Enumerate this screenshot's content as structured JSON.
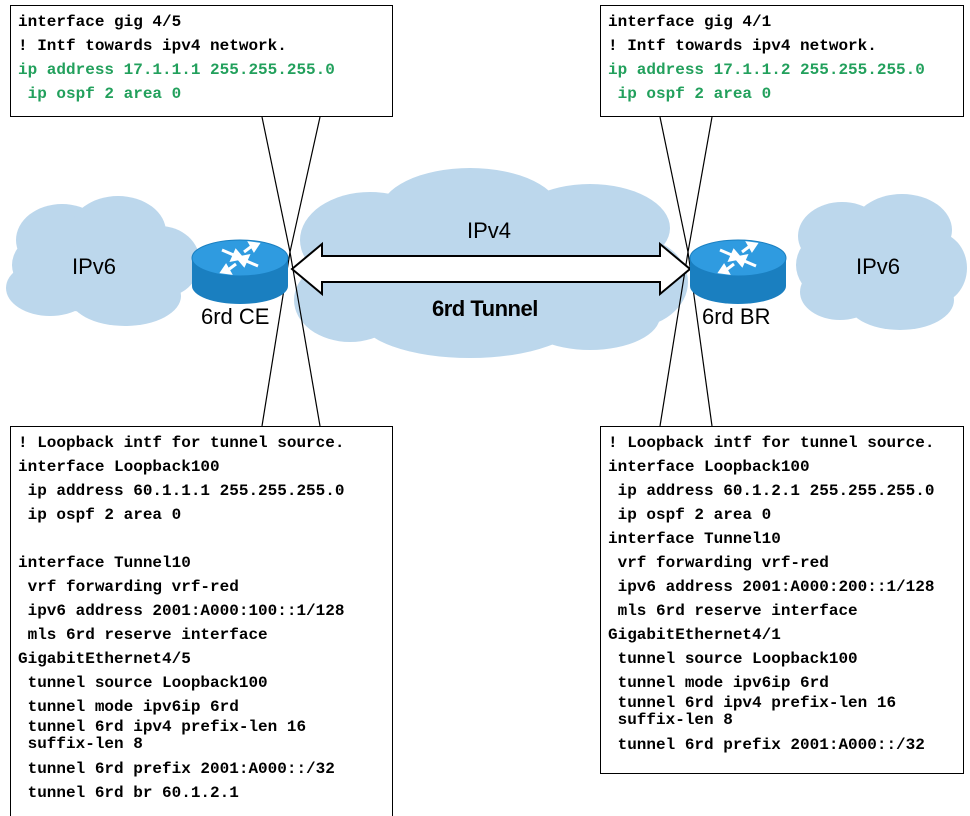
{
  "colors": {
    "cloud": "#bcd7ec",
    "router_body": "#1a7fc0",
    "router_top": "#2f9be0",
    "highlight_text": "#22a05c",
    "line": "#000000"
  },
  "clouds": {
    "left_label": "IPv6",
    "middle_label": "IPv4",
    "right_label": "IPv6",
    "tunnel_label": "6rd Tunnel"
  },
  "routers": {
    "left_label": "6rd CE",
    "right_label": "6rd BR",
    "icon": "router-icon"
  },
  "config_boxes": {
    "top_left": [
      {
        "text": "interface gig 4/5",
        "style": "normal"
      },
      {
        "text": "! Intf towards ipv4 network.",
        "style": "normal"
      },
      {
        "text": "ip address 17.1.1.1 255.255.255.0",
        "style": "green"
      },
      {
        "text": " ip ospf 2 area 0",
        "style": "green"
      }
    ],
    "top_right": [
      {
        "text": "interface gig 4/1",
        "style": "normal"
      },
      {
        "text": "! Intf towards ipv4 network.",
        "style": "normal"
      },
      {
        "text": "ip address 17.1.1.2 255.255.255.0",
        "style": "green"
      },
      {
        "text": " ip ospf 2 area 0",
        "style": "green"
      }
    ],
    "bottom_left": [
      {
        "text": "! Loopback intf for tunnel source.",
        "style": "normal"
      },
      {
        "text": "interface Loopback100",
        "style": "normal"
      },
      {
        "text": " ip address 60.1.1.1 255.255.255.0",
        "style": "normal"
      },
      {
        "text": " ip ospf 2 area 0",
        "style": "normal"
      },
      {
        "text": " ",
        "style": "normal"
      },
      {
        "text": "interface Tunnel10",
        "style": "normal"
      },
      {
        "text": " vrf forwarding vrf-red",
        "style": "normal"
      },
      {
        "text": " ipv6 address 2001:A000:100::1/128",
        "style": "normal"
      },
      {
        "text": " mls 6rd reserve interface",
        "style": "normal"
      },
      {
        "text": "GigabitEthernet4/5",
        "style": "normal"
      },
      {
        "text": " tunnel source Loopback100",
        "style": "normal"
      },
      {
        "text": " tunnel mode ipv6ip 6rd",
        "style": "normal"
      },
      {
        "text": " tunnel 6rd ipv4 prefix-len 16\n suffix-len 8",
        "style": "wrap"
      },
      {
        "text": " tunnel 6rd prefix 2001:A000::/32",
        "style": "normal"
      },
      {
        "text": " tunnel 6rd br 60.1.2.1",
        "style": "normal"
      }
    ],
    "bottom_right": [
      {
        "text": "! Loopback intf for tunnel source.",
        "style": "normal"
      },
      {
        "text": "interface Loopback100",
        "style": "normal"
      },
      {
        "text": " ip address 60.1.2.1 255.255.255.0",
        "style": "normal"
      },
      {
        "text": " ip ospf 2 area 0",
        "style": "normal"
      },
      {
        "text": "interface Tunnel10",
        "style": "normal"
      },
      {
        "text": " vrf forwarding vrf-red",
        "style": "normal"
      },
      {
        "text": " ipv6 address 2001:A000:200::1/128",
        "style": "normal"
      },
      {
        "text": " mls 6rd reserve interface",
        "style": "normal"
      },
      {
        "text": "GigabitEthernet4/1",
        "style": "normal"
      },
      {
        "text": " tunnel source Loopback100",
        "style": "normal"
      },
      {
        "text": " tunnel mode ipv6ip 6rd",
        "style": "normal"
      },
      {
        "text": " tunnel 6rd ipv4 prefix-len 16\n suffix-len 8",
        "style": "wrap"
      },
      {
        "text": " tunnel 6rd prefix 2001:A000::/32",
        "style": "normal"
      }
    ]
  }
}
